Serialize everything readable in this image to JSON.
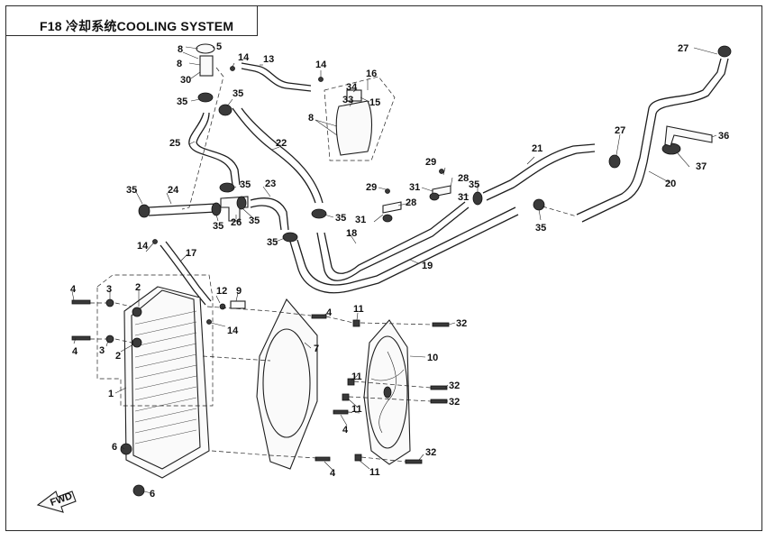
{
  "header": {
    "title": "F18  冷却系统COOLING SYSTEM"
  },
  "diagram": {
    "callouts": [
      "1",
      "2",
      "3",
      "4",
      "5",
      "6",
      "7",
      "8",
      "9",
      "10",
      "11",
      "12",
      "13",
      "14",
      "15",
      "16",
      "17",
      "18",
      "19",
      "20",
      "21",
      "22",
      "23",
      "24",
      "25",
      "26",
      "27",
      "28",
      "29",
      "30",
      "31",
      "32",
      "33",
      "34",
      "35",
      "36",
      "37"
    ],
    "fwd_label": "FWD"
  }
}
